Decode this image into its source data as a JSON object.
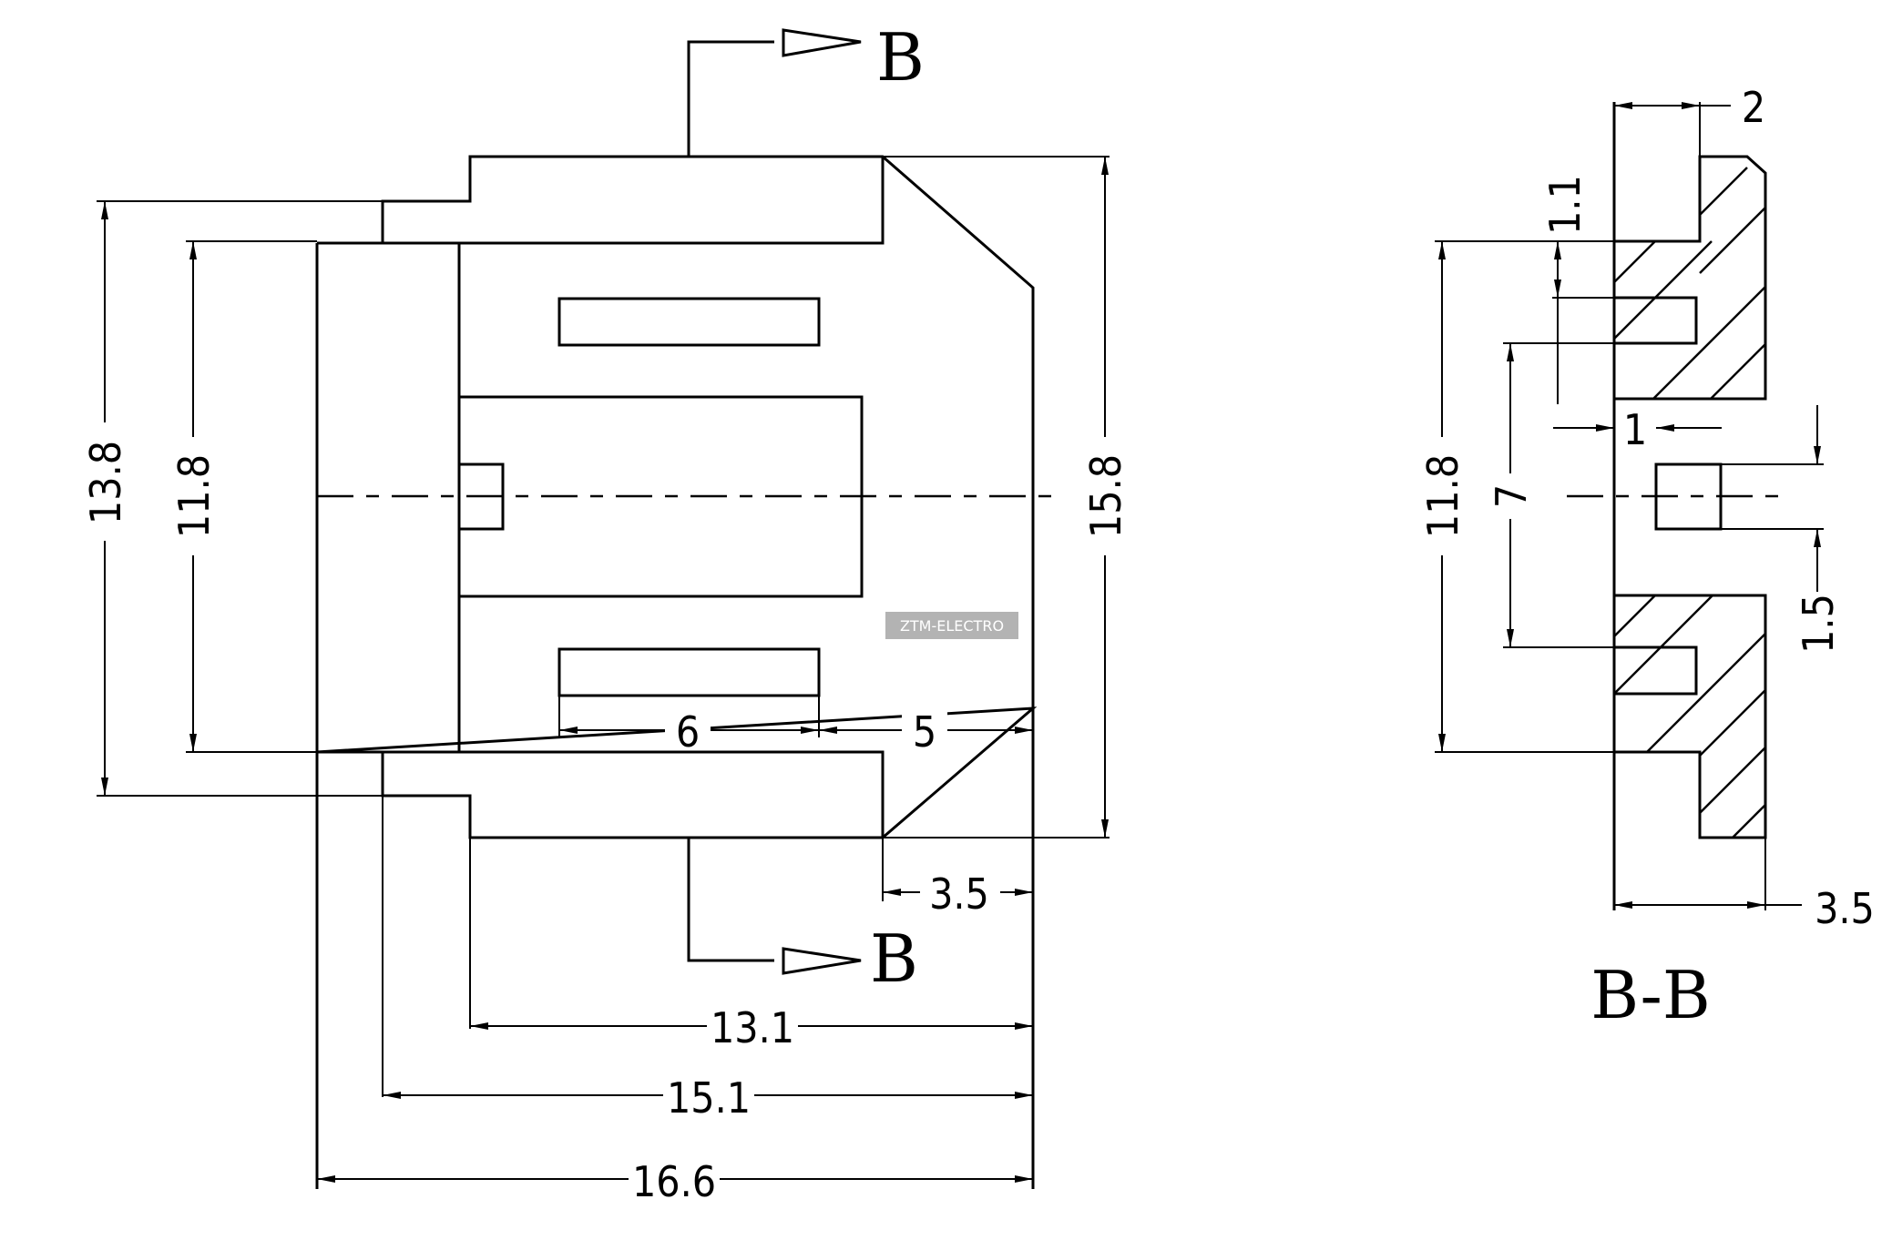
{
  "section_labels": {
    "top_arrow": "B",
    "bottom_arrow": "B",
    "section_title": "B-B"
  },
  "watermark": "ZTM-ELECTRO",
  "dimensions": {
    "front_height_outer": "13.8",
    "front_height_inner": "11.8",
    "front_height_total": "15.8",
    "slot_length": "6",
    "slot_to_tip": "5",
    "chamfer_depth": "3.5",
    "length_13_1": "13.1",
    "length_15_1": "15.1",
    "length_16_6": "16.6",
    "section_flange": "2",
    "section_step": "1.1",
    "section_pin_offset": "1",
    "section_height": "11.8",
    "section_gap": "7",
    "section_pin_diameter": "1.5",
    "section_width": "3.5"
  }
}
